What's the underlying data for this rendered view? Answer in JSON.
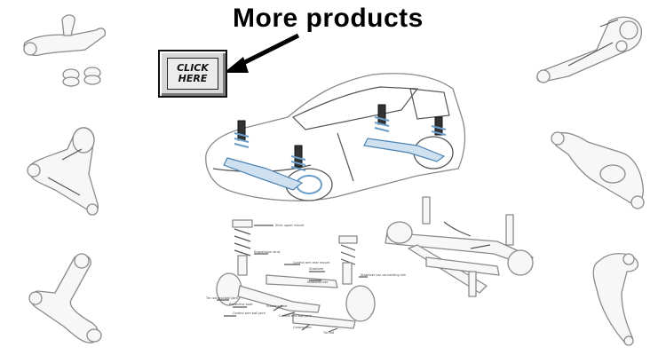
{
  "header": {
    "title": "More products"
  },
  "cta": {
    "line1": "CLICK",
    "line2": "HERE"
  },
  "products": [
    {
      "icon": "upper-control-arm-icon"
    },
    {
      "icon": "front-lower-control-arm-icon"
    },
    {
      "icon": "curved-control-arm-icon"
    },
    {
      "icon": "rear-trailing-arm-icon"
    },
    {
      "icon": "rear-lower-arm-icon"
    },
    {
      "icon": "bent-control-arm-icon"
    }
  ],
  "diagrams": {
    "car": {
      "icon": "car-suspension-icon"
    },
    "front": {
      "icon": "front-suspension-diagram-icon",
      "labels": [
        "Strut upper mount",
        "Suspension strut",
        "Control arm rear mount",
        "Stabilizer",
        "Stabilizer bar",
        "Stabilizer bar connecting link",
        "Tie rod end ball joint",
        "Protective boot",
        "Control arm ball joint",
        "Steering gear",
        "Control arm ball joint",
        "Control arm",
        "Tie rod"
      ]
    },
    "rear": {
      "icon": "rear-suspension-diagram-icon"
    }
  },
  "colors": {
    "accent": "#6a9cc8",
    "line": "#8a8a8a",
    "text": "#000000"
  }
}
